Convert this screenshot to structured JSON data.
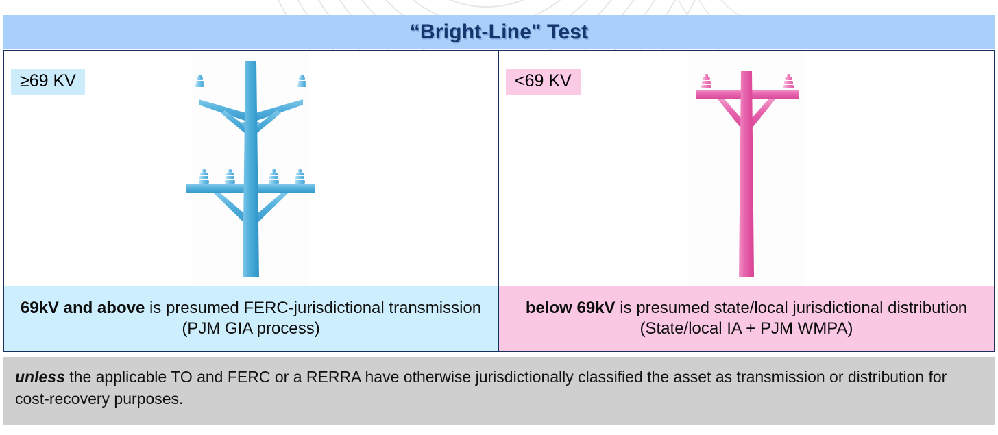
{
  "banner": {
    "title": "“Bright-Line\" Test"
  },
  "columns": [
    {
      "tag": "≥69 KV",
      "icon": "transmission-tower-icon",
      "accent": "#4aa9d8",
      "tag_bg": "#ccecfb",
      "caption_bg": "#cdeefc",
      "caption_bold": "69kV and above",
      "caption_rest": " is presumed FERC-jurisdictional transmission (PJM GIA process)"
    },
    {
      "tag": "<69 KV",
      "icon": "distribution-pole-icon",
      "accent": "#e35ba6",
      "tag_bg": "#fbcbe6",
      "caption_bg": "#fbc8e4",
      "caption_bold": "below 69kV",
      "caption_rest": " is presumed state/local jurisdictional distribution (State/local IA + PJM WMPA)"
    }
  ],
  "footnote": {
    "lead": "unless",
    "rest": " the applicable TO and FERC or a RERRA have otherwise jurisdictionally classified the asset as transmission or distribution for cost-recovery purposes."
  },
  "colors": {
    "banner_bg": "#a8d0fb",
    "banner_text": "#16366b",
    "border": "#17315e",
    "footnote_bg": "#cfcfcf"
  }
}
